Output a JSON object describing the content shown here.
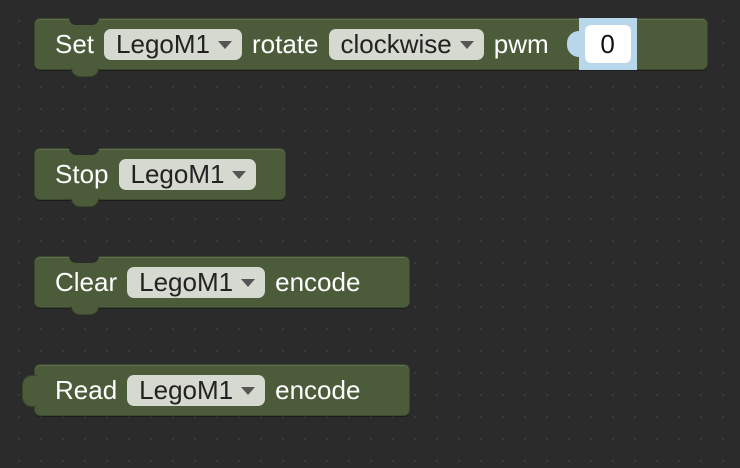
{
  "blocks": {
    "set_motor": {
      "set_label": "Set",
      "motor_value": "LegoM1",
      "rotate_label": "rotate",
      "direction_value": "clockwise",
      "pwm_label": "pwm",
      "pwm_value": "0"
    },
    "stop_motor": {
      "stop_label": "Stop",
      "motor_value": "LegoM1"
    },
    "clear_encode": {
      "clear_label": "Clear",
      "motor_value": "LegoM1",
      "encode_label": "encode"
    },
    "read_encode": {
      "read_label": "Read",
      "motor_value": "LegoM1",
      "encode_label": "encode"
    }
  },
  "colors": {
    "workspace_bg": "#2b2b2b",
    "block_fill": "#4c5c3a",
    "dropdown_fill": "#d5d9cf",
    "number_socket": "#b9d7ea"
  },
  "icons": [
    "dropdown-caret-icon"
  ]
}
